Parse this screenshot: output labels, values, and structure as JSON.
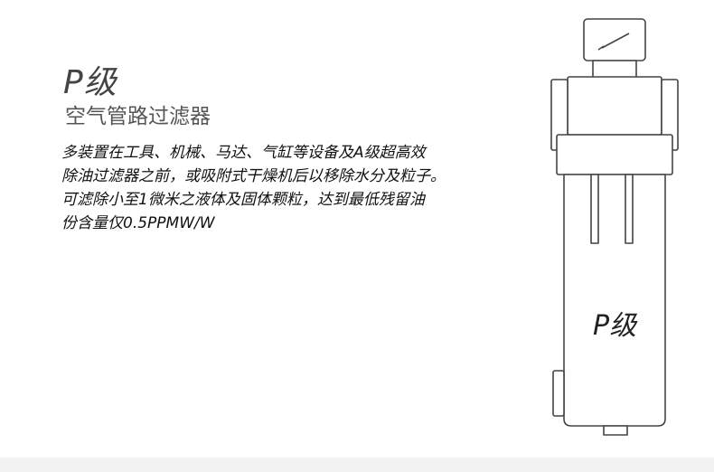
{
  "heading": {
    "grade": "P级",
    "product_name": "空气管路过滤器"
  },
  "description": {
    "lines": [
      "多装置在工具、机械、马达、气缸等设备及A级超高效",
      "除油过滤器之前，或吸附式干燥机后以移除水分及粒子。",
      "可滤除小至1微米之液体及固体颗粒，达到最低残留油",
      "份含量仅0.5PPMW/W"
    ]
  },
  "illustration": {
    "body_label": "P级",
    "stroke_color": "#444444",
    "fill_color": "#ffffff"
  },
  "colors": {
    "background": "#ffffff",
    "footer_band": "#f2f2f2"
  }
}
